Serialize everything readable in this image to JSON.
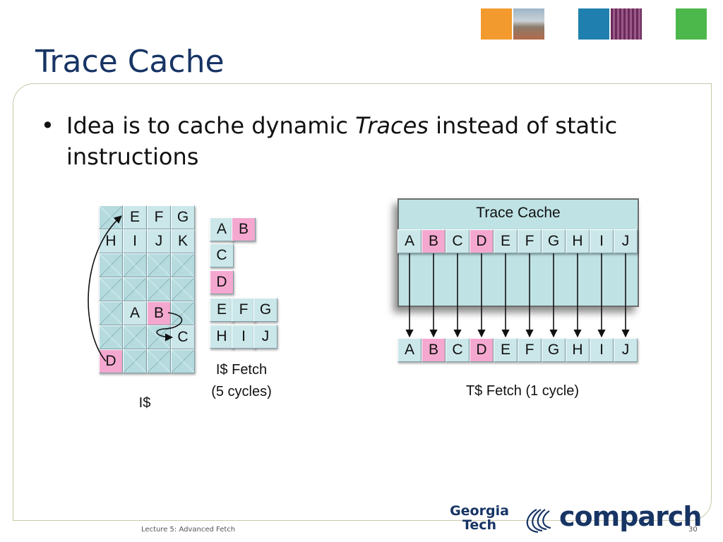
{
  "title": "Trace Cache",
  "bullet": {
    "text_before": "Idea is to cache dynamic ",
    "emphasis": "Traces",
    "text_after": " instead of static instructions"
  },
  "icache": {
    "rows": [
      [
        "",
        "E",
        "F",
        "G"
      ],
      [
        "H",
        "I",
        "J",
        "K"
      ],
      [
        "",
        "",
        "",
        ""
      ],
      [
        "",
        "",
        "",
        ""
      ],
      [
        "",
        "A",
        "B",
        ""
      ],
      [
        "",
        "",
        "",
        "C"
      ],
      [
        "D",
        "",
        "",
        ""
      ]
    ],
    "highlighted": [
      "B",
      "D"
    ],
    "caption": "I$"
  },
  "ifetch": {
    "groups": [
      [
        "A",
        "B"
      ],
      [
        "C"
      ],
      [
        "D"
      ],
      [
        "E",
        "F",
        "G"
      ],
      [
        "H",
        "I",
        "J"
      ]
    ],
    "highlighted": [
      "B",
      "D"
    ],
    "caption_line1": "I$ Fetch",
    "caption_line2": "(5 cycles)"
  },
  "trace_cache": {
    "label": "Trace Cache",
    "cells": [
      "A",
      "B",
      "C",
      "D",
      "E",
      "F",
      "G",
      "H",
      "I",
      "J"
    ],
    "highlighted": [
      "B",
      "D"
    ],
    "fetched": [
      "A",
      "B",
      "C",
      "D",
      "E",
      "F",
      "G",
      "H",
      "I",
      "J"
    ],
    "caption": "T$ Fetch (1 cycle)"
  },
  "footer": {
    "lecture": "Lecture 5: Advanced Fetch",
    "page": "30",
    "logo_line1": "Georgia",
    "logo_line2": "Tech",
    "logo_brand": "comparch"
  },
  "colors": {
    "title": "#173464",
    "cell": "#b5dbdf",
    "highlight": "#f4a8cf",
    "orange": "#f29a2e",
    "blue": "#1f7fae",
    "green": "#4cb84c"
  }
}
